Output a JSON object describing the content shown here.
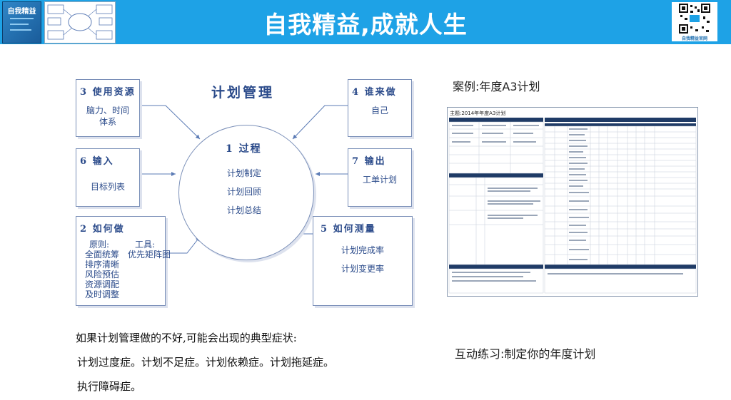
{
  "header": {
    "title": "自我精益,成就人生",
    "book_title": "自我精益",
    "qr_caption": "自我精益官网",
    "accent_color": "#1ea2e6"
  },
  "diagram": {
    "title": "计划管理",
    "center": {
      "title": "1 过程",
      "items": [
        "计划制定",
        "计划回顾",
        "计划总结"
      ]
    },
    "boxes": {
      "resources": {
        "title": "3 使用资源",
        "lines": [
          "脑力、时间",
          "体系"
        ]
      },
      "who": {
        "title": "4 谁来做",
        "lines": [
          "自己"
        ]
      },
      "input": {
        "title": "6 输入",
        "lines": [
          "目标列表"
        ]
      },
      "output": {
        "title": "7 输出",
        "lines": [
          "工单计划"
        ]
      },
      "how": {
        "title": "2 如何做",
        "principle_label": "原则:",
        "tool_label": "工具:",
        "principles": [
          "全面统筹",
          "排序清晰",
          "风险预估",
          "资源调配",
          "及时调整"
        ],
        "tool": "优先矩阵图"
      },
      "measure": {
        "title": "5 如何测量",
        "lines": [
          "计划完成率",
          "计划变更率"
        ]
      }
    }
  },
  "case": {
    "title": "案例:年度A3计划",
    "a3_header": "主题:2014年年度A3计划"
  },
  "symptoms": {
    "intro": "如果计划管理做的不好,可能会出现的典型症状:",
    "line1": "计划过度症。计划不足症。计划依赖症。计划拖延症。",
    "line2": "执行障碍症。"
  },
  "exercise": {
    "label": "互动练习:制定你的年度计划"
  }
}
